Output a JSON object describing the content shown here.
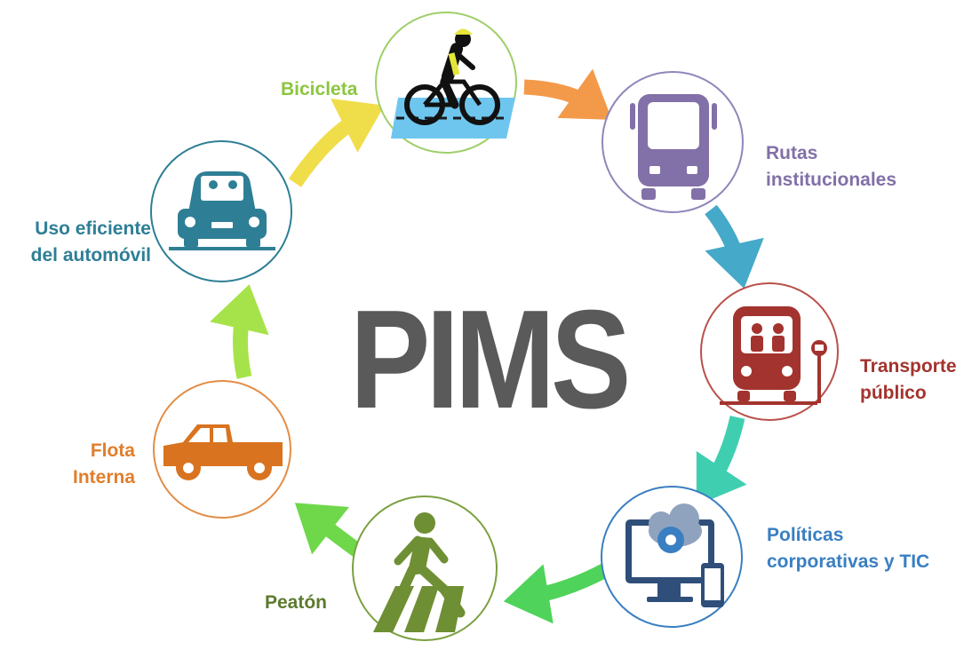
{
  "center_title": "PIMS",
  "colors": {
    "title": "#5a5a5a",
    "bicycle": "#8cc63f",
    "bus": "#8270a8",
    "transit": "#a3332e",
    "tic": "#3a7fc1",
    "pedestrian": "#5d7a2e",
    "fleet": "#e07e2b",
    "car": "#2e7f95",
    "arrow_orange": "#f39a4a",
    "arrow_teal": "#45a9c9",
    "arrow_mint": "#3fcfb0",
    "arrow_green": "#4fd35a",
    "arrow_lime": "#a6e34a",
    "arrow_yellow": "#f0dd4a"
  },
  "nodes": [
    {
      "id": "bicycle",
      "lines": [
        "Bicicleta"
      ],
      "icon": "cyclist-icon"
    },
    {
      "id": "bus",
      "lines": [
        "Rutas",
        "institucionales"
      ],
      "icon": "bus-icon"
    },
    {
      "id": "transit",
      "lines": [
        "Transporte",
        "público"
      ],
      "icon": "public-transit-icon"
    },
    {
      "id": "tic",
      "lines": [
        "Políticas",
        "corporativas y TIC"
      ],
      "icon": "computer-cloud-gear-icon"
    },
    {
      "id": "pedestrian",
      "lines": [
        "Peatón"
      ],
      "icon": "pedestrian-icon"
    },
    {
      "id": "fleet",
      "lines": [
        "Flota",
        "Interna"
      ],
      "icon": "pickup-truck-icon"
    },
    {
      "id": "car",
      "lines": [
        "Uso eficiente",
        "del automóvil"
      ],
      "icon": "car-icon"
    }
  ]
}
